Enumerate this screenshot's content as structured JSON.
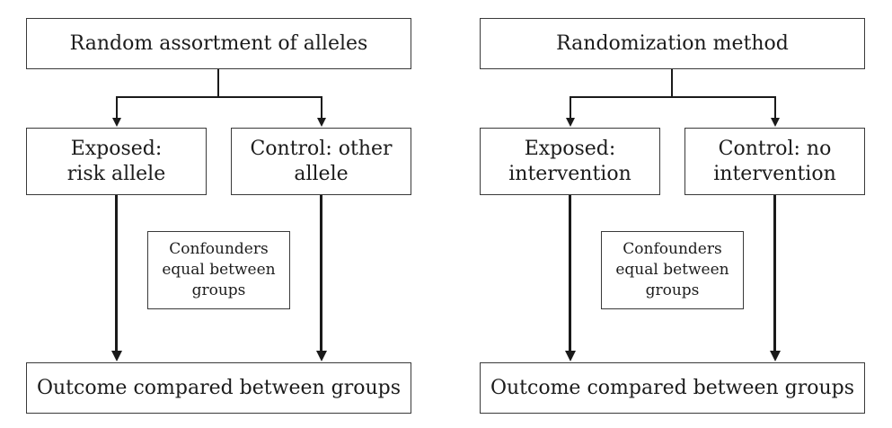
{
  "diagram": {
    "description": "Two side-by-side flowcharts comparing Mendelian randomization with a randomized controlled trial",
    "colors": {
      "background": "#ffffff",
      "box_border": "#3a3a3a",
      "line": "#1a1a1a",
      "text": "#1c1c1c"
    },
    "panels": [
      {
        "id": "mendelian-randomization",
        "top_box": "Random assortment of alleles",
        "exposed_box": "Exposed:\nrisk allele",
        "control_box": "Control: other\nallele",
        "confounders_box": "Confounders\nequal between\ngroups",
        "outcome_box": "Outcome compared between groups"
      },
      {
        "id": "randomized-trial",
        "top_box": "Randomization method",
        "exposed_box": "Exposed:\nintervention",
        "control_box": "Control: no\nintervention",
        "confounders_box": "Confounders\nequal between\ngroups",
        "outcome_box": "Outcome compared between groups"
      }
    ]
  }
}
